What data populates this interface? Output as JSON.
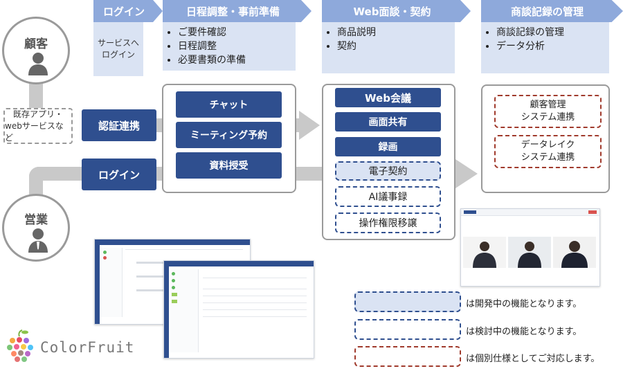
{
  "phases": [
    {
      "title": "ログイン",
      "items": [
        "サービスへ",
        "ログイン"
      ]
    },
    {
      "title": "日程調整・事前準備",
      "items": [
        "ご要件確認",
        "日程調整",
        "必要書類の準備"
      ]
    },
    {
      "title": "Web面談・契約",
      "items": [
        "商品説明",
        "契約"
      ]
    },
    {
      "title": "商談記録の管理",
      "items": [
        "商談記録の管理",
        "データ分析"
      ]
    }
  ],
  "actors": {
    "customer": "顧客",
    "sales": "営業"
  },
  "existing_apps": [
    "既存アプリ・",
    "webサービスなど"
  ],
  "auth_button": "認証連携",
  "login_button": "ログイン",
  "prep_features": [
    "チャット",
    "ミーティング予約",
    "資料授受"
  ],
  "meeting_features_solid": [
    "Web会議",
    "画面共有",
    "録画"
  ],
  "meeting_features_dashed": [
    "電子契約",
    "AI議事録",
    "操作権限移譲"
  ],
  "records_features": [
    {
      "line1": "顧客管理",
      "line2": "システム連携"
    },
    {
      "line1": "データレイク",
      "line2": "システム連携"
    }
  ],
  "legend": [
    "は開発中の機能となります。",
    "は検討中の機能となります。",
    "は個別仕様としてご対応します。"
  ],
  "logo": "ColorFruit",
  "colors": {
    "navy": "#2f4f8f",
    "chevron": "#8ea9db",
    "light_blue": "#dae3f3",
    "red_dash": "#a03a2c"
  }
}
